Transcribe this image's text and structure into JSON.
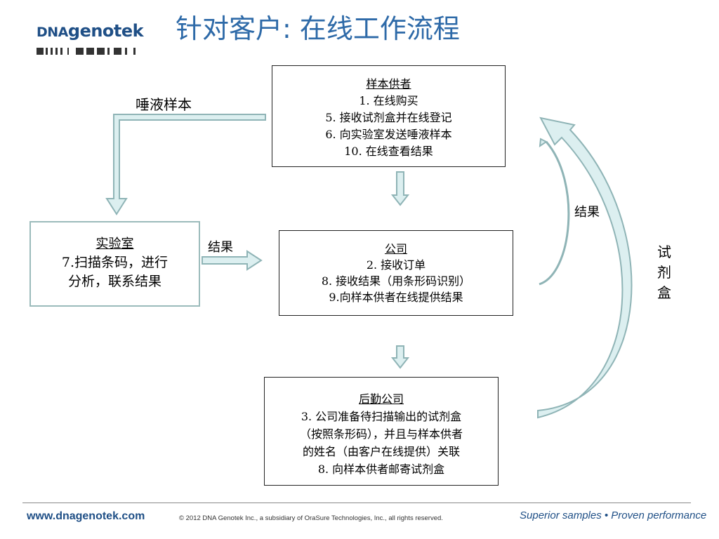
{
  "logo": {
    "text_a": "DNA",
    "text_b": "genotek"
  },
  "title": "针对客户: 在线工作流程",
  "sample_provider": {
    "heading": "样本供者",
    "lines": [
      "1. 在线购买",
      "5. 接收试剂盒并在线登记",
      "6. 向实验室发送唾液样本",
      "10. 在线查看结果"
    ]
  },
  "company": {
    "heading": "公司",
    "lines": [
      "2. 接收订单",
      "8. 接收结果（用条形码识别）",
      "9.向样本供者在线提供结果"
    ]
  },
  "logistics": {
    "heading": "后勤公司",
    "lines": [
      "3. 公司准备待扫描输出的试剂盒",
      "（按照条形码），并且与样本供者",
      "的姓名（由客户在线提供）关联",
      "8. 向样本供者邮寄试剂盒"
    ]
  },
  "lab": {
    "heading": "实验室",
    "lines": [
      "7.扫描条码，进行",
      "分析，联系结果"
    ]
  },
  "labels": {
    "saliva_sample": "唾液样本",
    "results_left": "结果",
    "results_right": "结果",
    "kit_1": "试",
    "kit_2": "剂",
    "kit_3": "盒"
  },
  "footer": {
    "url": "www.dnagenotek.com",
    "copyright": "© 2012 DNA Genotek Inc., a subsidiary of OraSure Technologies, Inc., all rights reserved.",
    "tagline": "Superior samples • Proven performance"
  },
  "colors": {
    "title": "#2e6aa8",
    "brand": "#1f4f86",
    "arrow_fill": "#dceff0",
    "arrow_stroke": "#8fb4b6"
  }
}
